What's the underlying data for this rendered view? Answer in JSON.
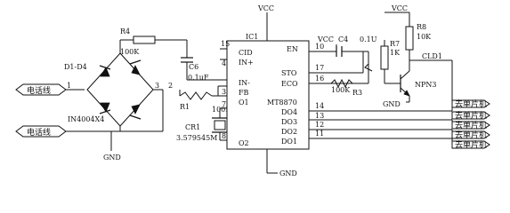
{
  "labels": {
    "vcc_ic": "VCC",
    "vcc_right": "VCC",
    "vcc_c4": "VCC",
    "c4": "C4",
    "c4_value": "0.1U",
    "r4": "R4",
    "r4_value": "100K",
    "diodes": "D1-D4",
    "diode_part": "IN4004X4",
    "gnd_bridge": "GND",
    "gnd_ic": "GND",
    "gnd_transistor": "GND",
    "c6": "C6",
    "c6_value": "0.1uF",
    "r1": "R1",
    "r1_value": "100K",
    "cr1": "CR1",
    "cr1_value": "3.579545M",
    "ic_ref": "IC1",
    "ic_part": "MT8870",
    "r7": "R7",
    "r7_value": "1K",
    "r8": "R8",
    "r8_value": "10K",
    "r3": "R3",
    "r3_value": "100K",
    "npn": "NPN3",
    "cld1": "CLD1",
    "node_1": "1",
    "node_2": "2",
    "node_3": "3"
  },
  "terminals": {
    "left_top": "电话线",
    "left_bottom": "电话线",
    "mcu": [
      "去单片机",
      "去单片机",
      "去单片机",
      "去单片机",
      "去单片机"
    ]
  },
  "ic_pins_left": [
    {
      "num": "15",
      "name": "CID"
    },
    {
      "num": "4",
      "name": "IN+"
    },
    {
      "num": "",
      "name": "IN-"
    },
    {
      "num": "3",
      "name": "FB"
    },
    {
      "num": "7",
      "name": "O1"
    },
    {
      "num": "8",
      "name": "O2"
    }
  ],
  "ic_pins_right": [
    {
      "num": "",
      "name": "EN"
    },
    {
      "num": "10",
      "name": ""
    },
    {
      "num": "17",
      "name": "STO"
    },
    {
      "num": "16",
      "name": "ECO"
    },
    {
      "num": "14",
      "name": "DO4"
    },
    {
      "num": "13",
      "name": "DO3"
    },
    {
      "num": "12",
      "name": "DO2"
    },
    {
      "num": "11",
      "name": "DO1"
    }
  ],
  "ic_extra_pin": "2"
}
